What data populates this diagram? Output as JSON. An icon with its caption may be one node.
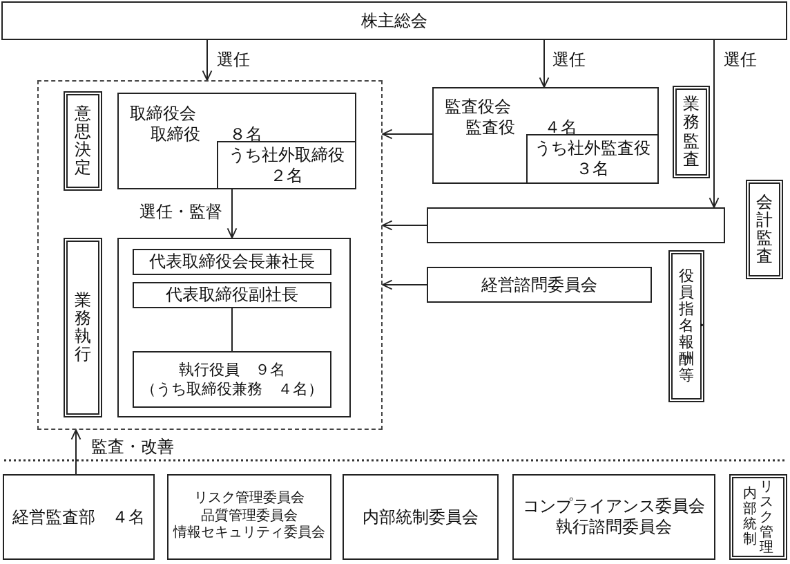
{
  "diagram": {
    "nodes": [
      {
        "text": [
          "株主総会"
        ]
      },
      {
        "text": [],
        "shape": "box"
      },
      {
        "text": [
          "意思決定"
        ],
        "in": 1
      },
      {
        "text": [
          "取締役会",
          "取締役",
          "８名"
        ],
        "in": 1
      },
      {
        "text": [
          "うち社外取締役",
          "２名"
        ],
        "in": 3
      },
      {
        "text": [
          "業務執行"
        ],
        "in": 1
      },
      {
        "text": [],
        "shape": "box",
        "in": 1
      },
      {
        "text": [
          "代表取締役会長兼社長"
        ],
        "in": 6
      },
      {
        "text": [
          "代表取締役副社長"
        ],
        "in": 6
      },
      {
        "text": [
          "執行役員　９名",
          "（うち取締役兼務　４名）"
        ],
        "in": 6
      },
      {
        "text": [
          "監査役会",
          "監査役",
          "４名"
        ]
      },
      {
        "text": [
          "うち社外監査役",
          "３名"
        ],
        "in": 10
      },
      {
        "text": [
          "業務監査"
        ]
      },
      {
        "text": [
          "会計監査"
        ]
      },
      {
        "text": [],
        "shape": "box"
      },
      {
        "text": [
          "経営諮問委員会"
        ]
      },
      {
        "text": [
          "役員指名・報酬等"
        ]
      },
      {
        "text": [
          "経営監査部　４名"
        ]
      },
      {
        "text": [
          "リスク管理委員会",
          "品質管理委員会",
          "情報セキュリティ委員会"
        ]
      },
      {
        "text": [
          "内部統制委員会"
        ]
      },
      {
        "text": [
          "コンプライアンス委員会",
          "執行諮問委員会"
        ]
      },
      {
        "text": [
          "内部統制",
          "リスク管理"
        ]
      }
    ],
    "edges": [
      {
        "from": 0,
        "to": 1,
        "arrow": "to",
        "label": "選任"
      },
      {
        "from": 0,
        "to": 10,
        "arrow": "to",
        "label": "選任"
      },
      {
        "from": 0,
        "to": 14,
        "arrow": "to",
        "label": "選任"
      },
      {
        "from": 10,
        "to": 1,
        "arrow": "to"
      },
      {
        "from": 14,
        "to": 1,
        "arrow": "to"
      },
      {
        "from": 15,
        "to": 1,
        "arrow": "to"
      },
      {
        "from": 3,
        "to": 6,
        "arrow": "to",
        "label": "選任・監督"
      },
      {
        "from": 8,
        "to": 9,
        "arrow": "none"
      },
      {
        "from": 17,
        "to": 1,
        "arrow": "to",
        "label": "監査・改善"
      }
    ]
  }
}
